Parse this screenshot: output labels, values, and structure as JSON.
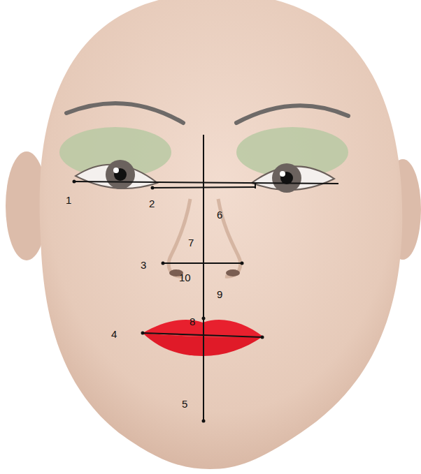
{
  "diagram": {
    "labels": [
      "1",
      "2",
      "6",
      "7",
      "3",
      "10",
      "9",
      "8",
      "4",
      "5"
    ]
  }
}
